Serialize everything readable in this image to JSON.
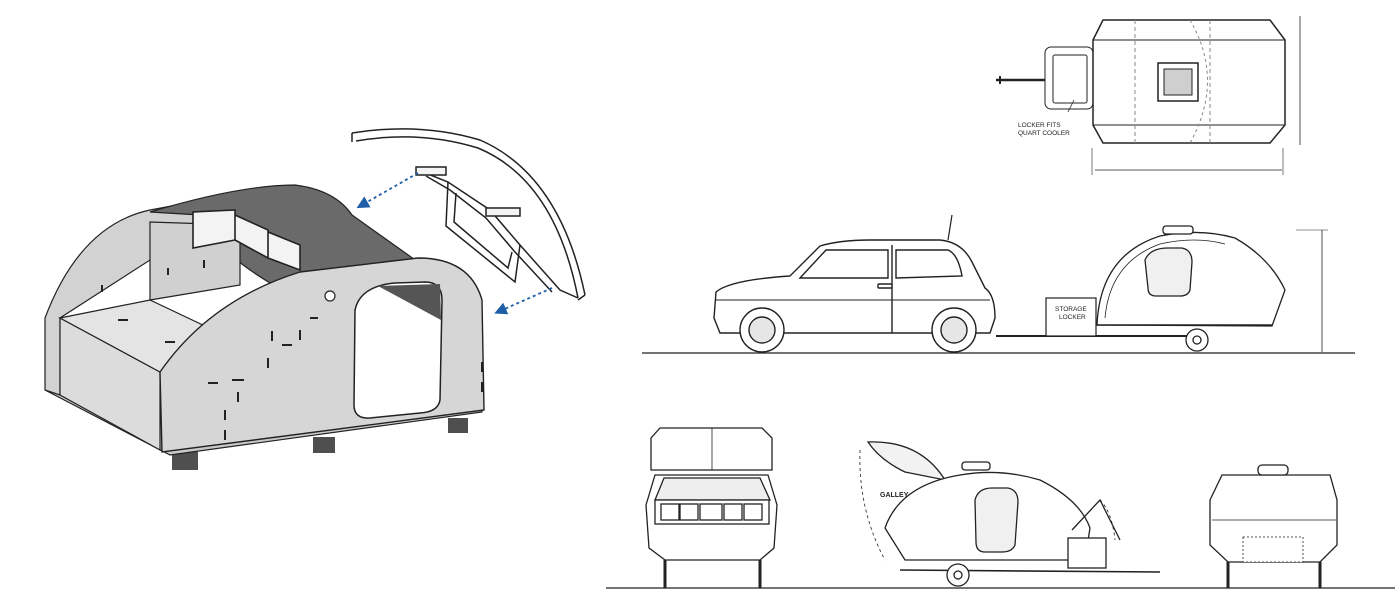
{
  "labels": {
    "locker_line1": "LOCKER FITS",
    "locker_line2": "QUART COOLER",
    "storage_line1": "STORAGE",
    "storage_line2": "LOCKER",
    "galley": "GALLEY"
  },
  "colors": {
    "panel_fill": "#d4d4d4",
    "panel_fill_light": "#e6e6e6",
    "shell_dark": "#6a6a6a",
    "line": "#222222",
    "arrow": "#1f5fa8",
    "block": "#555555"
  }
}
